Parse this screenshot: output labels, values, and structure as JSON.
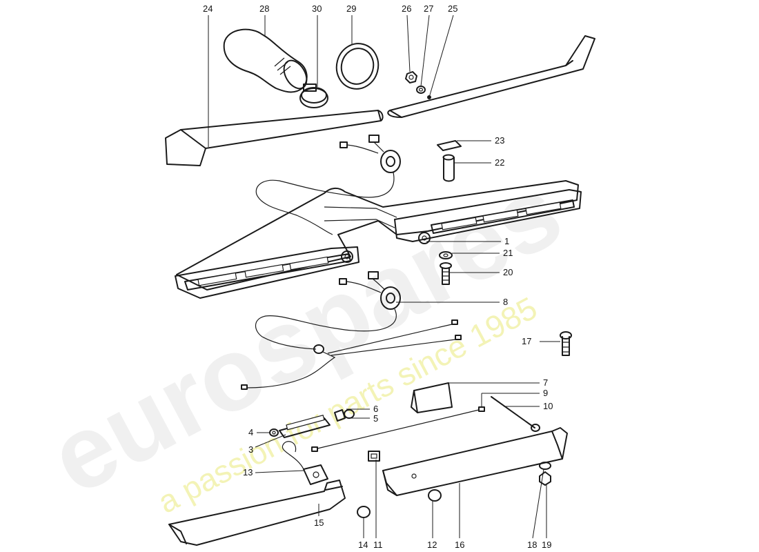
{
  "watermark": {
    "brand": "eurospares",
    "tagline": "a passion for parts since 1985"
  },
  "callouts": [
    {
      "id": "24",
      "label": "24"
    },
    {
      "id": "28",
      "label": "28"
    },
    {
      "id": "30",
      "label": "30"
    },
    {
      "id": "29",
      "label": "29"
    },
    {
      "id": "26",
      "label": "26"
    },
    {
      "id": "27",
      "label": "27"
    },
    {
      "id": "25",
      "label": "25"
    },
    {
      "id": "23",
      "label": "23"
    },
    {
      "id": "22",
      "label": "22"
    },
    {
      "id": "1",
      "label": "1"
    },
    {
      "id": "21",
      "label": "21"
    },
    {
      "id": "20",
      "label": "20"
    },
    {
      "id": "8",
      "label": "8"
    },
    {
      "id": "17",
      "label": "17"
    },
    {
      "id": "7",
      "label": "7"
    },
    {
      "id": "9",
      "label": "9"
    },
    {
      "id": "10",
      "label": "10"
    },
    {
      "id": "6",
      "label": "6"
    },
    {
      "id": "5",
      "label": "5"
    },
    {
      "id": "4",
      "label": "4"
    },
    {
      "id": "3",
      "label": "3"
    },
    {
      "id": "13",
      "label": "13"
    },
    {
      "id": "15",
      "label": "15"
    },
    {
      "id": "14",
      "label": "14"
    },
    {
      "id": "11",
      "label": "11"
    },
    {
      "id": "12",
      "label": "12"
    },
    {
      "id": "16",
      "label": "16"
    },
    {
      "id": "18",
      "label": "18"
    },
    {
      "id": "19",
      "label": "19"
    }
  ]
}
